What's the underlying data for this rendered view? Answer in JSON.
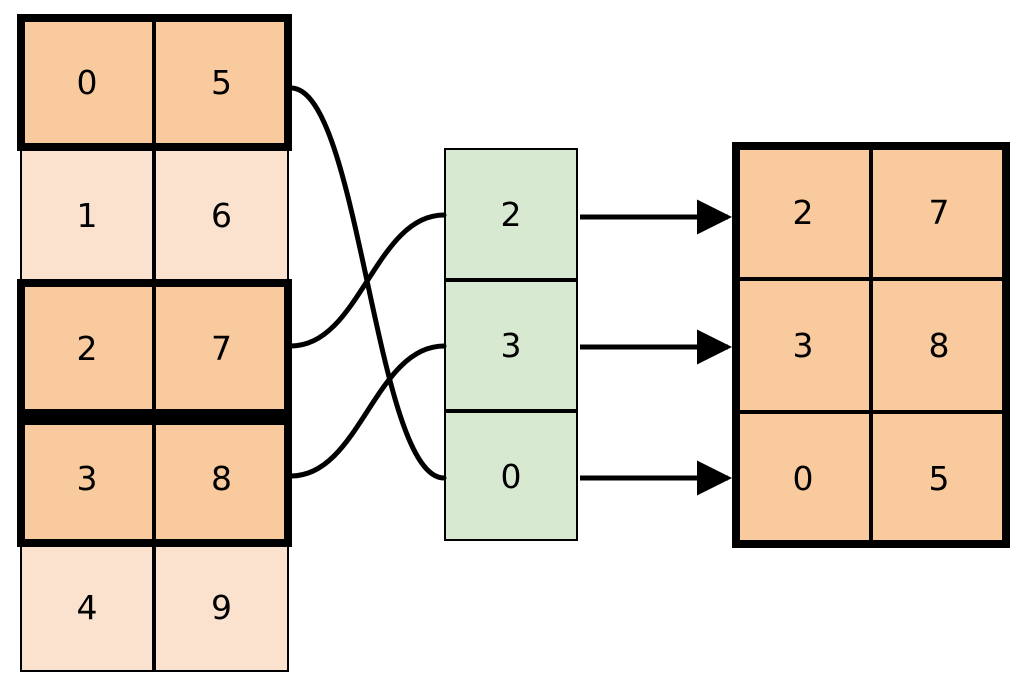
{
  "diagram": {
    "title": "matrix-row-permutation",
    "colors": {
      "cell_light": "#fae2ce",
      "cell_highlight": "#f8ca9d",
      "cell_selected": "#d7e9d0",
      "stroke": "#000000",
      "background": "#ffffff"
    }
  },
  "source_matrix": {
    "name": "left-matrix",
    "columns": 2,
    "rows": [
      {
        "index": 0,
        "values": [
          "0",
          "5"
        ],
        "highlighted": true
      },
      {
        "index": 1,
        "values": [
          "1",
          "6"
        ],
        "highlighted": false
      },
      {
        "index": 2,
        "values": [
          "2",
          "7"
        ],
        "highlighted": true
      },
      {
        "index": 3,
        "values": [
          "3",
          "8"
        ],
        "highlighted": true
      },
      {
        "index": 4,
        "values": [
          "4",
          "9"
        ],
        "highlighted": false
      }
    ]
  },
  "index_vector": {
    "name": "permutation-index-column",
    "values": [
      "2",
      "3",
      "0"
    ]
  },
  "result_matrix": {
    "name": "right-matrix",
    "columns": 2,
    "rows": [
      {
        "index": 0,
        "values": [
          "2",
          "7"
        ]
      },
      {
        "index": 1,
        "values": [
          "3",
          "8"
        ]
      },
      {
        "index": 2,
        "values": [
          "0",
          "5"
        ]
      }
    ]
  },
  "links": {
    "curves": [
      {
        "from_row": 0,
        "to_index_slot": 2
      },
      {
        "from_row": 2,
        "to_index_slot": 0
      },
      {
        "from_row": 3,
        "to_index_slot": 1
      }
    ],
    "arrows": [
      {
        "from_index_slot": 0,
        "to_result_row": 0
      },
      {
        "from_index_slot": 1,
        "to_result_row": 1
      },
      {
        "from_index_slot": 2,
        "to_result_row": 2
      }
    ]
  }
}
